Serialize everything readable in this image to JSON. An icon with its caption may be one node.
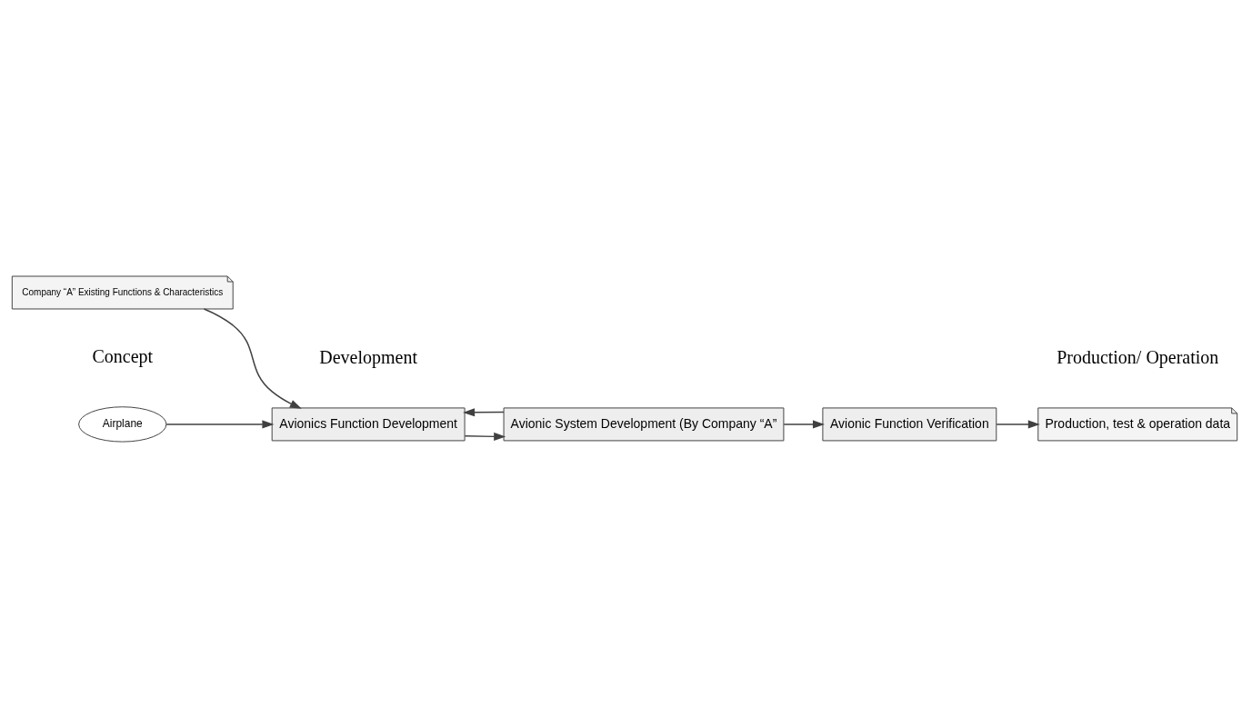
{
  "diagram": {
    "nodes": [
      {
        "text": [
          "Airplane"
        ]
      },
      {
        "text": [
          "Avionics Function Development"
        ]
      },
      {
        "text": [
          "Avionic System Development (By Company “A”"
        ]
      },
      {
        "text": [
          "Avionic Function Verification"
        ]
      },
      {
        "text": [
          "Production, test & operation data"
        ]
      },
      {
        "text": [
          "Company “A” Existing Functions & Characteristics"
        ]
      }
    ],
    "edges": [
      {
        "from": 0,
        "to": 1,
        "arrow": "to"
      },
      {
        "from": 5,
        "to": 1,
        "arrow": "to"
      },
      {
        "from": 1,
        "to": 2,
        "arrow": "to"
      },
      {
        "from": 2,
        "to": 3,
        "arrow": "to"
      },
      {
        "from": 3,
        "to": 4,
        "arrow": "to"
      },
      {
        "from": 2,
        "to": 1,
        "arrow": "to"
      }
    ],
    "labels": [
      "Concept",
      "Development",
      "Production/ Operation"
    ]
  }
}
